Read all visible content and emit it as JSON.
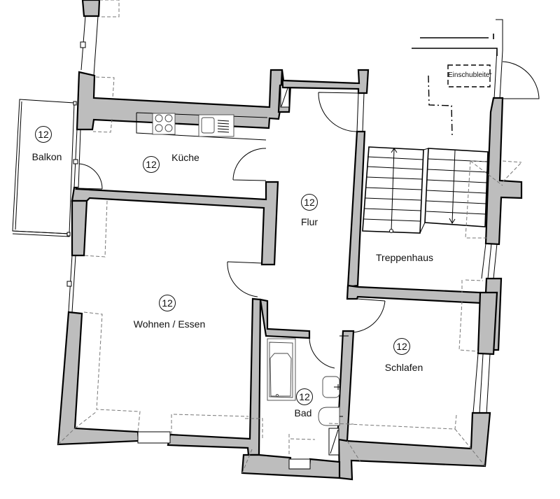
{
  "plan": {
    "rooms": [
      {
        "id": "balkon",
        "name": "Balkon",
        "number": "12"
      },
      {
        "id": "kueche",
        "name": "Küche",
        "number": "12"
      },
      {
        "id": "flur",
        "name": "Flur",
        "number": "12"
      },
      {
        "id": "treppenhaus",
        "name": "Treppenhaus"
      },
      {
        "id": "wohnen",
        "name": "Wohnen / Essen",
        "number": "12"
      },
      {
        "id": "bad",
        "name": "Bad",
        "number": "12"
      },
      {
        "id": "schlafen",
        "name": "Schlafen",
        "number": "12"
      }
    ],
    "annotations": {
      "attic_ladder": "Einschubleiter"
    },
    "colors": {
      "wall_fill": "#bdbdbd",
      "line": "#000000",
      "background": "#ffffff"
    }
  }
}
